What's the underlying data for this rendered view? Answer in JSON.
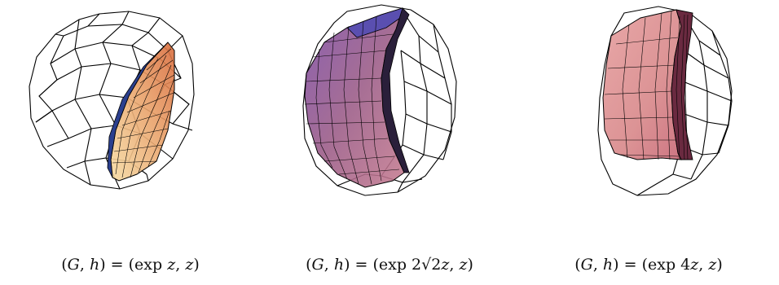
{
  "figures": [
    {
      "caption_parts": [
        "(",
        "G",
        ", ",
        "h",
        ") = (exp ",
        "z",
        ", ",
        "z",
        ")"
      ],
      "surface_colors": [
        "#f6dca4",
        "#e9a26a",
        "#d86b3c",
        "#2b3f8e"
      ]
    },
    {
      "caption_parts": [
        "(",
        "G",
        ", ",
        "h",
        ") = (exp 2√2",
        "z",
        ", ",
        "z",
        ")"
      ],
      "surface_colors": [
        "#9a5a86",
        "#7a4aa4",
        "#c57a8e",
        "#5a4fb0"
      ]
    },
    {
      "caption_parts": [
        "(",
        "G",
        ", ",
        "h",
        ") = (exp 4",
        "z",
        ", ",
        "z",
        ")"
      ],
      "surface_colors": [
        "#d98a8c",
        "#c96a78",
        "#e6a0a0",
        "#b55c6a"
      ]
    }
  ]
}
